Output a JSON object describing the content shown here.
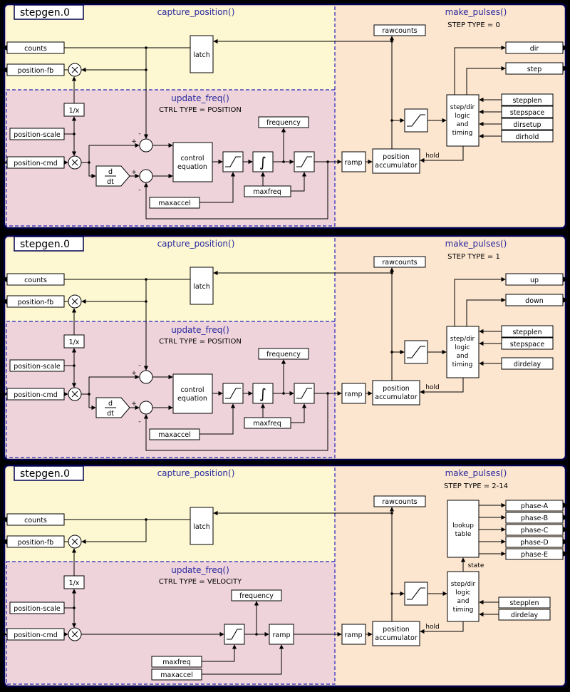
{
  "colors": {
    "background": "#000000",
    "panel_fill": "#fce6cf",
    "capture_fill": "#fdf7d2",
    "update_fill": "#eed3db",
    "panel_border": "#00004f",
    "dashed_blue": "#2323bb",
    "header_blue": "#2a2a9e",
    "box_fill": "#ffffff",
    "wire": "#000000"
  },
  "panels": [
    {
      "title": "stepgen.0",
      "capture_title": "capture_position()",
      "make_title": "make_pulses()",
      "make_subtitle": "STEP TYPE = 0",
      "update_title": "update_freq()",
      "update_subtitle": "CTRL TYPE = POSITION",
      "pins": {
        "counts": "counts",
        "position_fb": "position-fb",
        "position_scale": "position-scale",
        "position_cmd": "position-cmd"
      },
      "outputs": [
        "dir",
        "step"
      ],
      "params": [
        "stepplen",
        "stepspace",
        "dirsetup",
        "dirhold"
      ],
      "signs": {
        "plus": "+",
        "minus": "-"
      },
      "blocks": {
        "rawcounts": "rawcounts",
        "latch": "latch",
        "reciprocal": "1/x",
        "ddt_num": "d",
        "ddt_den": "dt",
        "control_line1": "control",
        "control_line2": "equation",
        "integrator": "∫",
        "frequency": "frequency",
        "maxfreq": "maxfreq",
        "maxaccel": "maxaccel",
        "ramp": "ramp",
        "accumulator_line1": "position",
        "accumulator_line2": "accumulator",
        "hold": "hold",
        "logic_lines": [
          "step/dir",
          "logic",
          "and",
          "timing"
        ]
      }
    },
    {
      "title": "stepgen.0",
      "capture_title": "capture_position()",
      "make_title": "make_pulses()",
      "make_subtitle": "STEP TYPE = 1",
      "update_title": "update_freq()",
      "update_subtitle": "CTRL TYPE = POSITION",
      "pins": {
        "counts": "counts",
        "position_fb": "position-fb",
        "position_scale": "position-scale",
        "position_cmd": "position-cmd"
      },
      "outputs": [
        "up",
        "down"
      ],
      "params": [
        "stepplen",
        "stepspace",
        "dirdelay"
      ],
      "signs": {
        "plus": "+",
        "minus": "-"
      },
      "blocks": {
        "rawcounts": "rawcounts",
        "latch": "latch",
        "reciprocal": "1/x",
        "ddt_num": "d",
        "ddt_den": "dt",
        "control_line1": "control",
        "control_line2": "equation",
        "integrator": "∫",
        "frequency": "frequency",
        "maxfreq": "maxfreq",
        "maxaccel": "maxaccel",
        "ramp": "ramp",
        "accumulator_line1": "position",
        "accumulator_line2": "accumulator",
        "hold": "hold",
        "logic_lines": [
          "step/dir",
          "logic",
          "and",
          "timing"
        ]
      }
    },
    {
      "title": "stepgen.0",
      "capture_title": "capture_position()",
      "make_title": "make_pulses()",
      "make_subtitle": "STEP TYPE = 2-14",
      "update_title": "update_freq()",
      "update_subtitle": "CTRL TYPE = VELOCITY",
      "pins": {
        "counts": "counts",
        "position_fb": "position-fb",
        "position_scale": "position-scale",
        "position_cmd": "position-cmd"
      },
      "outputs": [
        "phase-A",
        "phase-B",
        "phase-C",
        "phase-D",
        "phase-E"
      ],
      "params": [
        "stepplen",
        "dirdelay"
      ],
      "blocks": {
        "rawcounts": "rawcounts",
        "latch": "latch",
        "reciprocal": "1/x",
        "frequency": "frequency",
        "maxfreq": "maxfreq",
        "maxaccel": "maxaccel",
        "ramp1": "ramp",
        "ramp2": "ramp",
        "accumulator_line1": "position",
        "accumulator_line2": "accumulator",
        "hold": "hold",
        "state": "state",
        "logic_lines": [
          "step/dir",
          "logic",
          "and",
          "timing"
        ],
        "lookup_lines": [
          "lookup",
          "table"
        ]
      }
    }
  ]
}
